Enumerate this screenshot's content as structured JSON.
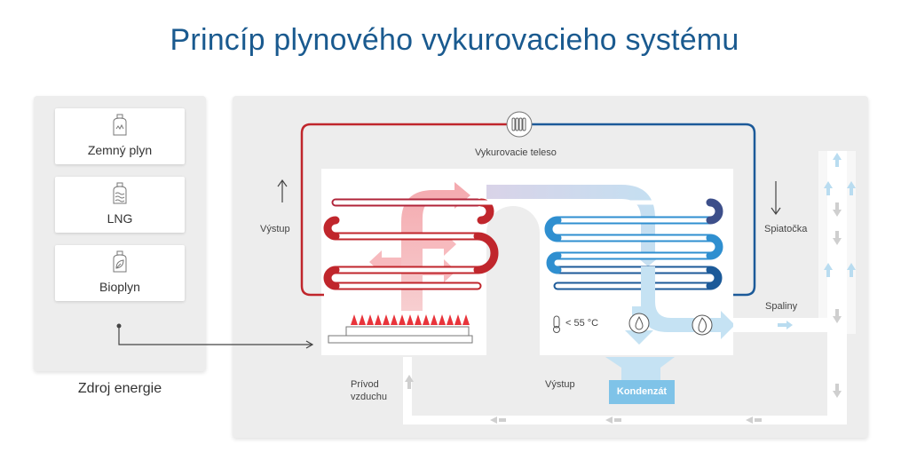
{
  "title": "Princíp plynového vykurovacieho systému",
  "energy_sources": {
    "items": [
      {
        "label": "Zemný plyn",
        "icon": "gas-bottle-icon"
      },
      {
        "label": "LNG",
        "icon": "lng-bottle-icon"
      },
      {
        "label": "Bioplyn",
        "icon": "biogas-bottle-icon"
      }
    ],
    "caption": "Zdroj energie"
  },
  "diagram": {
    "radiator_label": "Vykurovacie teleso",
    "flow_label": "Výstup",
    "return_label": "Spiatočka",
    "flue_label": "Spaliny",
    "temperature_label": "< 55 °C",
    "air_intake_label": "Prívod\nvzduchu",
    "outlet_label": "Výstup",
    "condensate_label": "Kondenzát"
  },
  "colors": {
    "title": "#1a5a8f",
    "hot": "#c0262c",
    "cold": "#1c5a99",
    "cold_light": "#2f8fd0",
    "flue": "#c5e2f3",
    "condensate": "#7fc3e8",
    "panel": "#ededed"
  }
}
